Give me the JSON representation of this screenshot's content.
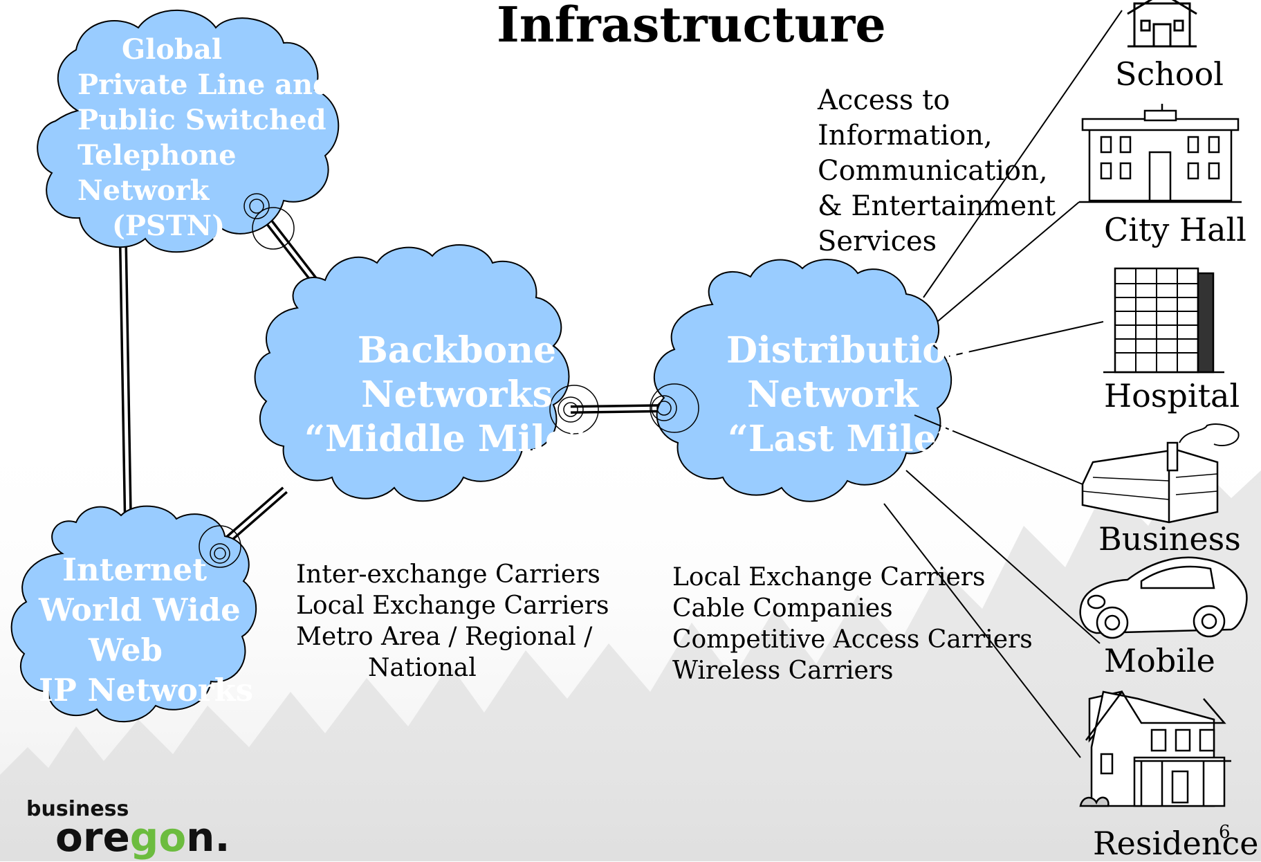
{
  "title": "Infrastructure",
  "clouds": {
    "pstn": [
      "Global",
      "Private Line and",
      "Public Switched",
      "Telephone",
      "Network",
      "(PSTN)"
    ],
    "backbone": [
      "Backbone",
      "Networks",
      "“Middle Mile”"
    ],
    "distribution": [
      "Distribution",
      "Network",
      "“Last Mile”"
    ],
    "internet": [
      "Internet",
      "World Wide",
      "Web",
      "IP Networks"
    ]
  },
  "access_label": [
    "Access to",
    "Information,",
    "Communication,",
    "& Entertainment",
    "Services"
  ],
  "middle_mile_carriers": [
    "Inter-exchange Carriers",
    "Local Exchange Carriers",
    "Metro Area / Regional /",
    "National"
  ],
  "last_mile_carriers": [
    "Local Exchange Carriers",
    "Cable Companies",
    "Competitive Access Carriers",
    "Wireless Carriers"
  ],
  "destinations": {
    "school": "School",
    "city_hall": "City Hall",
    "hospital": "Hospital",
    "business": "Business",
    "mobile": "Mobile",
    "residence": "Residence"
  },
  "page_number": "6",
  "logo": {
    "top": "business",
    "main_a": "ore",
    "main_g": "go",
    "main_b": "n."
  },
  "colors": {
    "cloud_fill": "#99ccff",
    "cloud_stroke": "#000000",
    "text": "#000000",
    "logo_green": "#6cbc3f"
  }
}
